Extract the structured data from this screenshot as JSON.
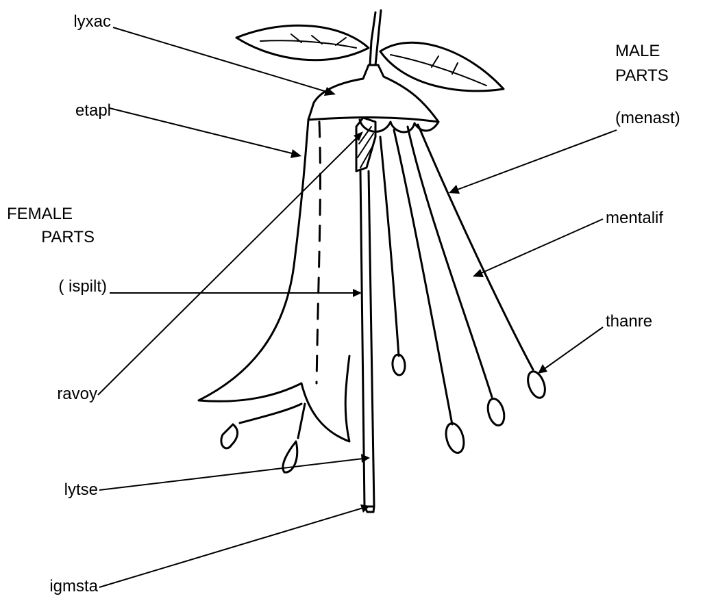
{
  "labels": {
    "calyx": "lyxac",
    "petal": "etapl",
    "male_parts_line1": "MALE",
    "male_parts_line2": "PARTS",
    "stamen": "(menast)",
    "female_parts_line1": "FEMALE",
    "female_parts_line2": "PARTS",
    "filament": "mentalif",
    "pistil": "( ispilt)",
    "anther": "thanre",
    "ovary": "ravoy",
    "style": "lytse",
    "stigma": "igmsta"
  }
}
